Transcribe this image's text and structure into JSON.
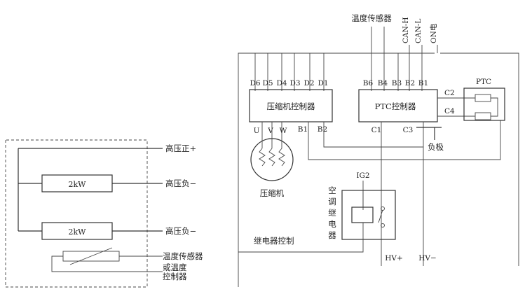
{
  "left_diagram": {
    "labels": {
      "hv_positive": "高压正+",
      "hv_negative_1": "高压负−",
      "hv_negative_2": "高压负−",
      "temp_sensor": "温度传感器",
      "temp_or_controller_line1": "或温度",
      "temp_or_controller_line2": "控制器"
    },
    "heaters": [
      "2kW",
      "2kW"
    ]
  },
  "right_diagram": {
    "top_labels": {
      "temp_sensor": "温度传感器",
      "can_h": "CAN-H",
      "can_l": "CAN-L",
      "on_power": "ON电"
    },
    "compressor_controller": {
      "title": "压缩机控制器",
      "top_pins": [
        "D6",
        "D5",
        "D4",
        "D3",
        "D2",
        "D1"
      ],
      "bottom_pins": [
        "U",
        "V",
        "W",
        "B1",
        "B2"
      ]
    },
    "ptc_controller": {
      "title": "PTC控制器",
      "top_pins": [
        "B6",
        "B4",
        "B3",
        "B2",
        "B1"
      ],
      "right_pins": [
        "C2",
        "C4"
      ],
      "bottom_pins": [
        "C1",
        "C3"
      ]
    },
    "ptc_label": "PTC",
    "negative_label": "负极",
    "compressor_label": "压缩机",
    "ig2_label": "IG2",
    "ac_relay_label": [
      "空",
      "调",
      "继",
      "电",
      "器"
    ],
    "relay_control_label": "继电器控制",
    "hv_plus": "HV+",
    "hv_minus": "HV−"
  }
}
